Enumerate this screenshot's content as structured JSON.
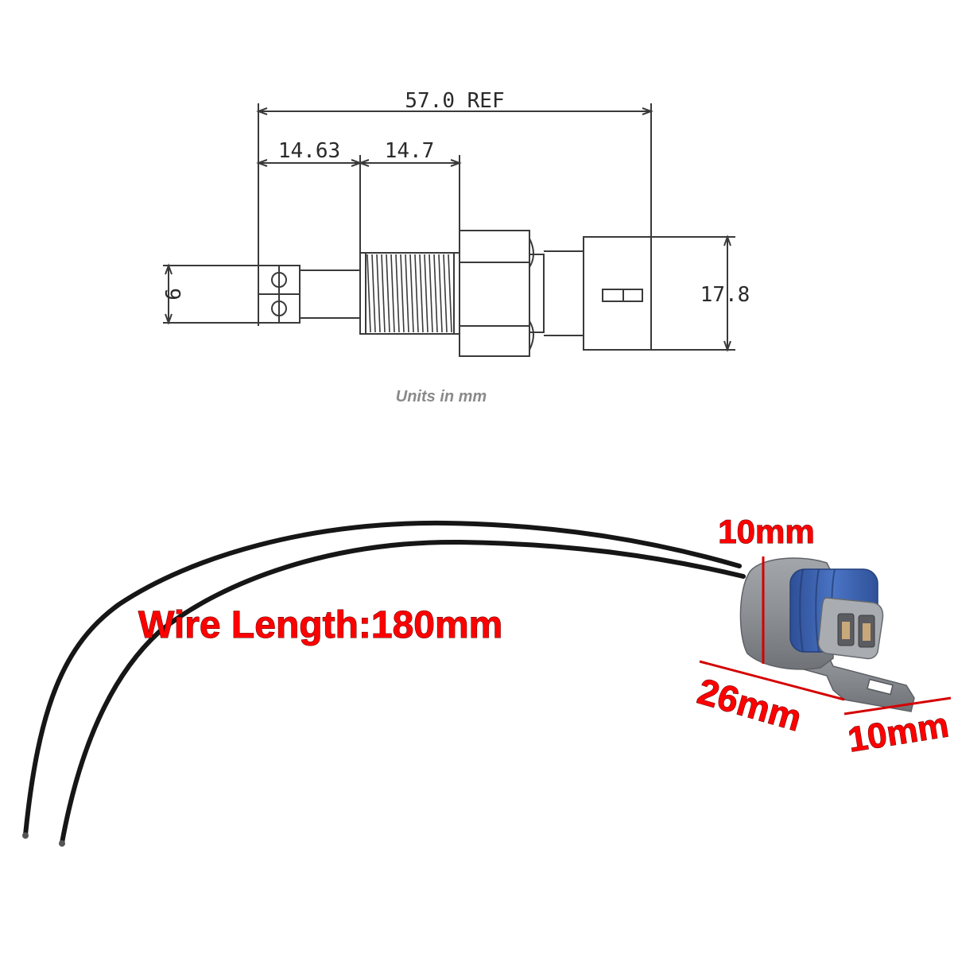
{
  "drawing": {
    "overall_length": "57.0 REF",
    "segment_1": "14.63",
    "segment_2": "14.7",
    "left_height": "9",
    "right_height": "17.8",
    "units_note": "Units in mm"
  },
  "connector": {
    "top_dimension": "10mm",
    "length_dimension": "26mm",
    "width_dimension": "10mm",
    "wire_length": "Wire Length:180mm"
  },
  "colors": {
    "label_red": "#ff0000",
    "line_drawing": "#3a3a3a",
    "connector_grey": "#8e9196",
    "seal_blue": "#3d64b0",
    "wire_black": "#161616"
  }
}
